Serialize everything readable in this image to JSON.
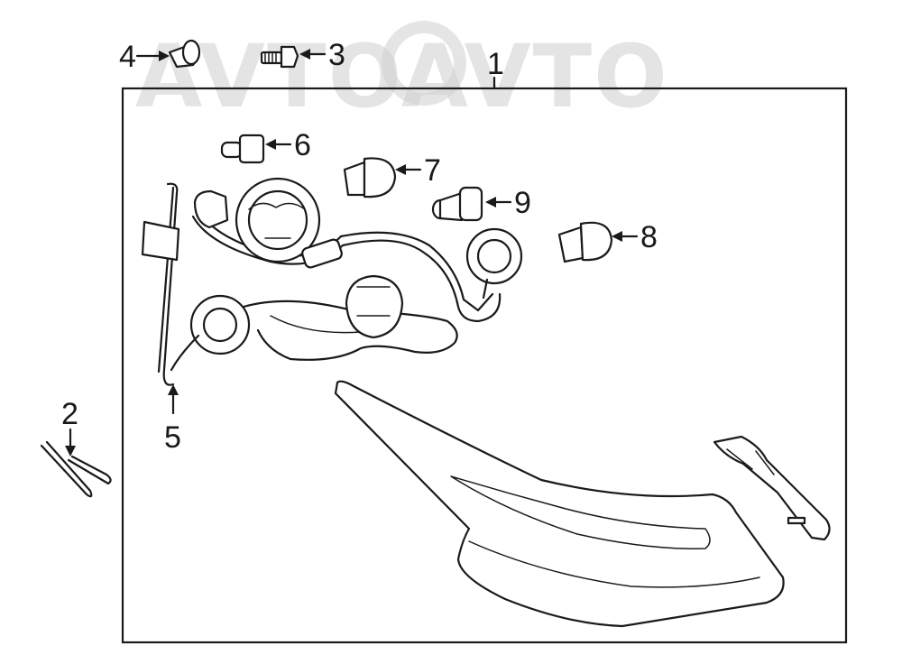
{
  "watermark": {
    "text": "AVTOAVTO",
    "color": "#cfcfcf"
  },
  "callouts": {
    "c1": "1",
    "c2": "2",
    "c3": "3",
    "c4": "4",
    "c5": "5",
    "c6": "6",
    "c7": "7",
    "c8": "8",
    "c9": "9"
  },
  "colors": {
    "line": "#1a1a1a",
    "background": "#ffffff"
  }
}
